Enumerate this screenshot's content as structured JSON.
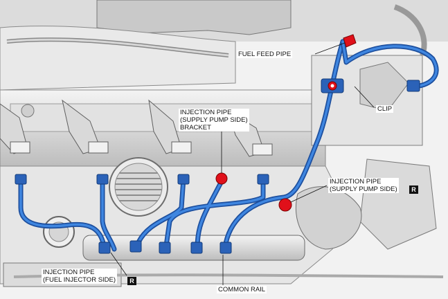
{
  "labels": {
    "fuel_feed_pipe": "FUEL FEED PIPE",
    "clip": "CLIP",
    "injection_pipe_supply_pump_side_bracket": [
      "INJECTION PIPE",
      "(SUPPLY PUMP SIDE)",
      "BRACKET"
    ],
    "injection_pipe_supply_pump_side": [
      "INJECTION PIPE",
      "(SUPPLY PUMP SIDE)"
    ],
    "injection_pipe_fuel_injector_side": [
      "INJECTION PIPE",
      "(FUEL INJECTOR SIDE)"
    ],
    "common_rail": "COMMON RAIL",
    "replace_mark": "R"
  },
  "colors": {
    "pipe_blue": "#2f6fc8",
    "pipe_blue_dark": "#1d4f9e",
    "marker_red": "#e0101a",
    "engine_gray": "#9a9a9a",
    "engine_light": "#e6e6e6"
  }
}
